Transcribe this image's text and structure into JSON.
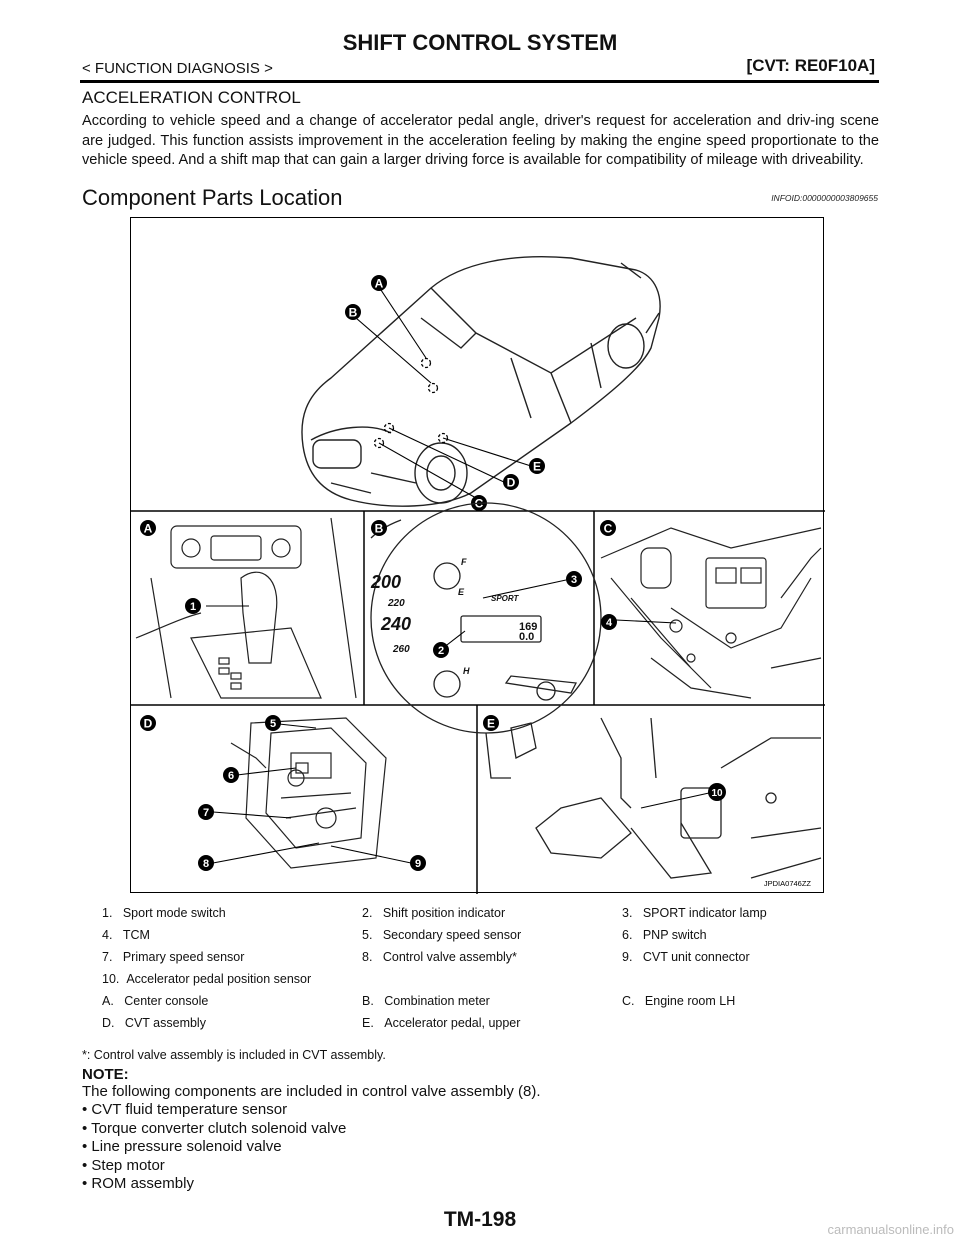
{
  "header": {
    "title": "SHIFT CONTROL SYSTEM",
    "breadcrumb": "< FUNCTION DIAGNOSIS >",
    "variant": "[CVT: RE0F10A]"
  },
  "section": {
    "heading": "ACCELERATION CONTROL",
    "body": "According to vehicle speed and a change of accelerator pedal angle, driver's request for acceleration and driv-ing scene are judged.   This function assists improvement in the acceleration feeling by making the engine speed proportionate to the vehicle speed. And a shift map that can gain a larger driving force is available for compatibility of mileage with driveability."
  },
  "component": {
    "heading": "Component Parts Location",
    "info_id": "INFOID:0000000003809655"
  },
  "figure": {
    "code": "JPDIA0746ZZ",
    "panel_letters": [
      "A",
      "B",
      "C",
      "D",
      "E"
    ],
    "gauge_text": {
      "s200": "200",
      "s220": "220",
      "s240": "240",
      "s260": "260",
      "fuel_f": "F",
      "fuel_e": "E",
      "sport": "SPORT",
      "temp_h": "H",
      "lcd1": "169",
      "lcd2": "0.0"
    }
  },
  "legend": {
    "rows": [
      [
        "1.   Sport mode switch",
        "2.   Shift position indicator",
        "3.   SPORT indicator lamp"
      ],
      [
        "4.   TCM",
        "5.   Secondary speed sensor",
        "6.   PNP switch"
      ],
      [
        "7.   Primary speed sensor",
        "8.   Control valve assembly*",
        "9.   CVT unit connector"
      ],
      [
        "10.  Accelerator pedal position sensor",
        "",
        ""
      ],
      [
        "A.   Center console",
        "B.   Combination meter",
        "C.   Engine room LH"
      ],
      [
        "D.   CVT assembly",
        "E.   Accelerator pedal, upper",
        ""
      ]
    ],
    "footnote": "*: Control valve assembly is included in CVT assembly."
  },
  "note": {
    "label": "NOTE:",
    "body": "The following components are included in control valve assembly (8).",
    "items": [
      "CVT fluid temperature sensor",
      "Torque converter clutch solenoid valve",
      "Line pressure solenoid valve",
      "Step motor",
      "ROM assembly"
    ]
  },
  "footer": {
    "page": "TM-198",
    "watermark": "carmanualsonline.info"
  }
}
